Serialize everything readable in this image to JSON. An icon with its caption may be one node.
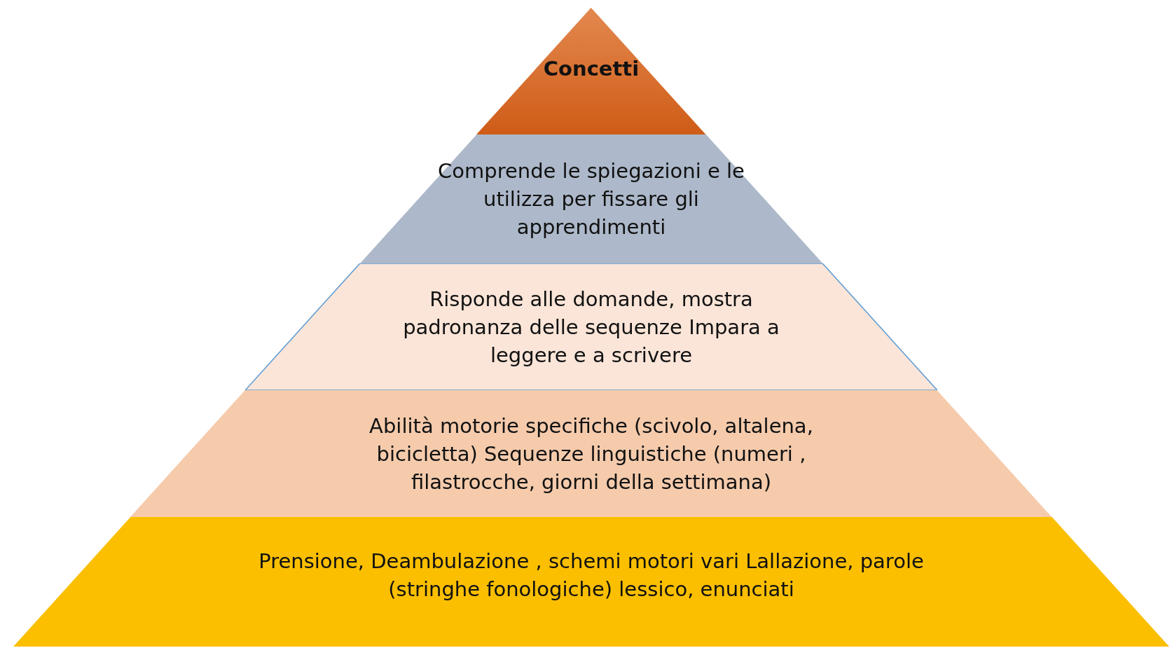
{
  "diagram": {
    "nodes": [
      {
        "text": [
          "Concetti"
        ]
      },
      {
        "text": [
          "Comprende le spiegazioni e le utilizza per fissare gli apprendimenti"
        ]
      },
      {
        "text": [
          "Risponde alle domande, mostra padronanza delle sequenze Impara a leggere e a scrivere"
        ]
      },
      {
        "text": [
          "Abilità motorie specifiche (scivolo, altalena, bicicletta) Sequenze linguistiche (numeri , filastrocche, giorni della settimana)"
        ]
      },
      {
        "text": [
          "Prensione, Deambulazione , schemi motori vari Lallazione, parole (stringhe fonologiche) lessico, enunciati"
        ]
      }
    ]
  }
}
